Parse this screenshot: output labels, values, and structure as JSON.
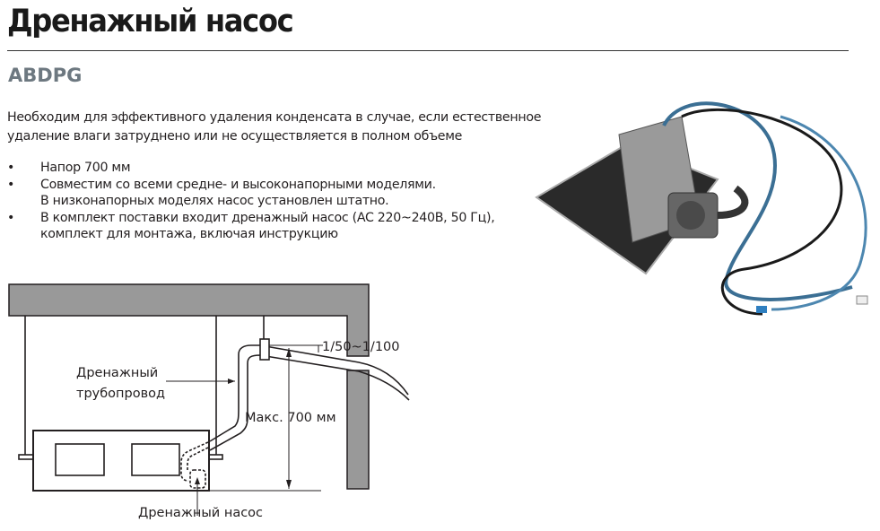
{
  "title": "Дренажный насос",
  "model": "ABDPG",
  "intro": [
    "Необходим для эффективного удаления конденсата в случае, если естественное",
    "удаление влаги затруднено или не осуществляется в полном объеме"
  ],
  "bullets": [
    {
      "lines": [
        "Напор 700 мм"
      ]
    },
    {
      "lines": [
        "Совместим со всеми средне- и высоконапорными моделями.",
        "В низконапорных моделях насос установлен штатно."
      ]
    },
    {
      "lines": [
        "В комплект поставки входит дренажный насос (AC 220~240В, 50 Гц),",
        "комплект для монтажа, включая инструкцию"
      ]
    }
  ],
  "bullet_glyph": "•",
  "diagram": {
    "pipe_label_1": "Дренажный",
    "pipe_label_2": "трубопровод",
    "slope": "1/50~1/100",
    "max_height": "Макс. 700 мм",
    "pump_label": "Дренажный насос"
  }
}
